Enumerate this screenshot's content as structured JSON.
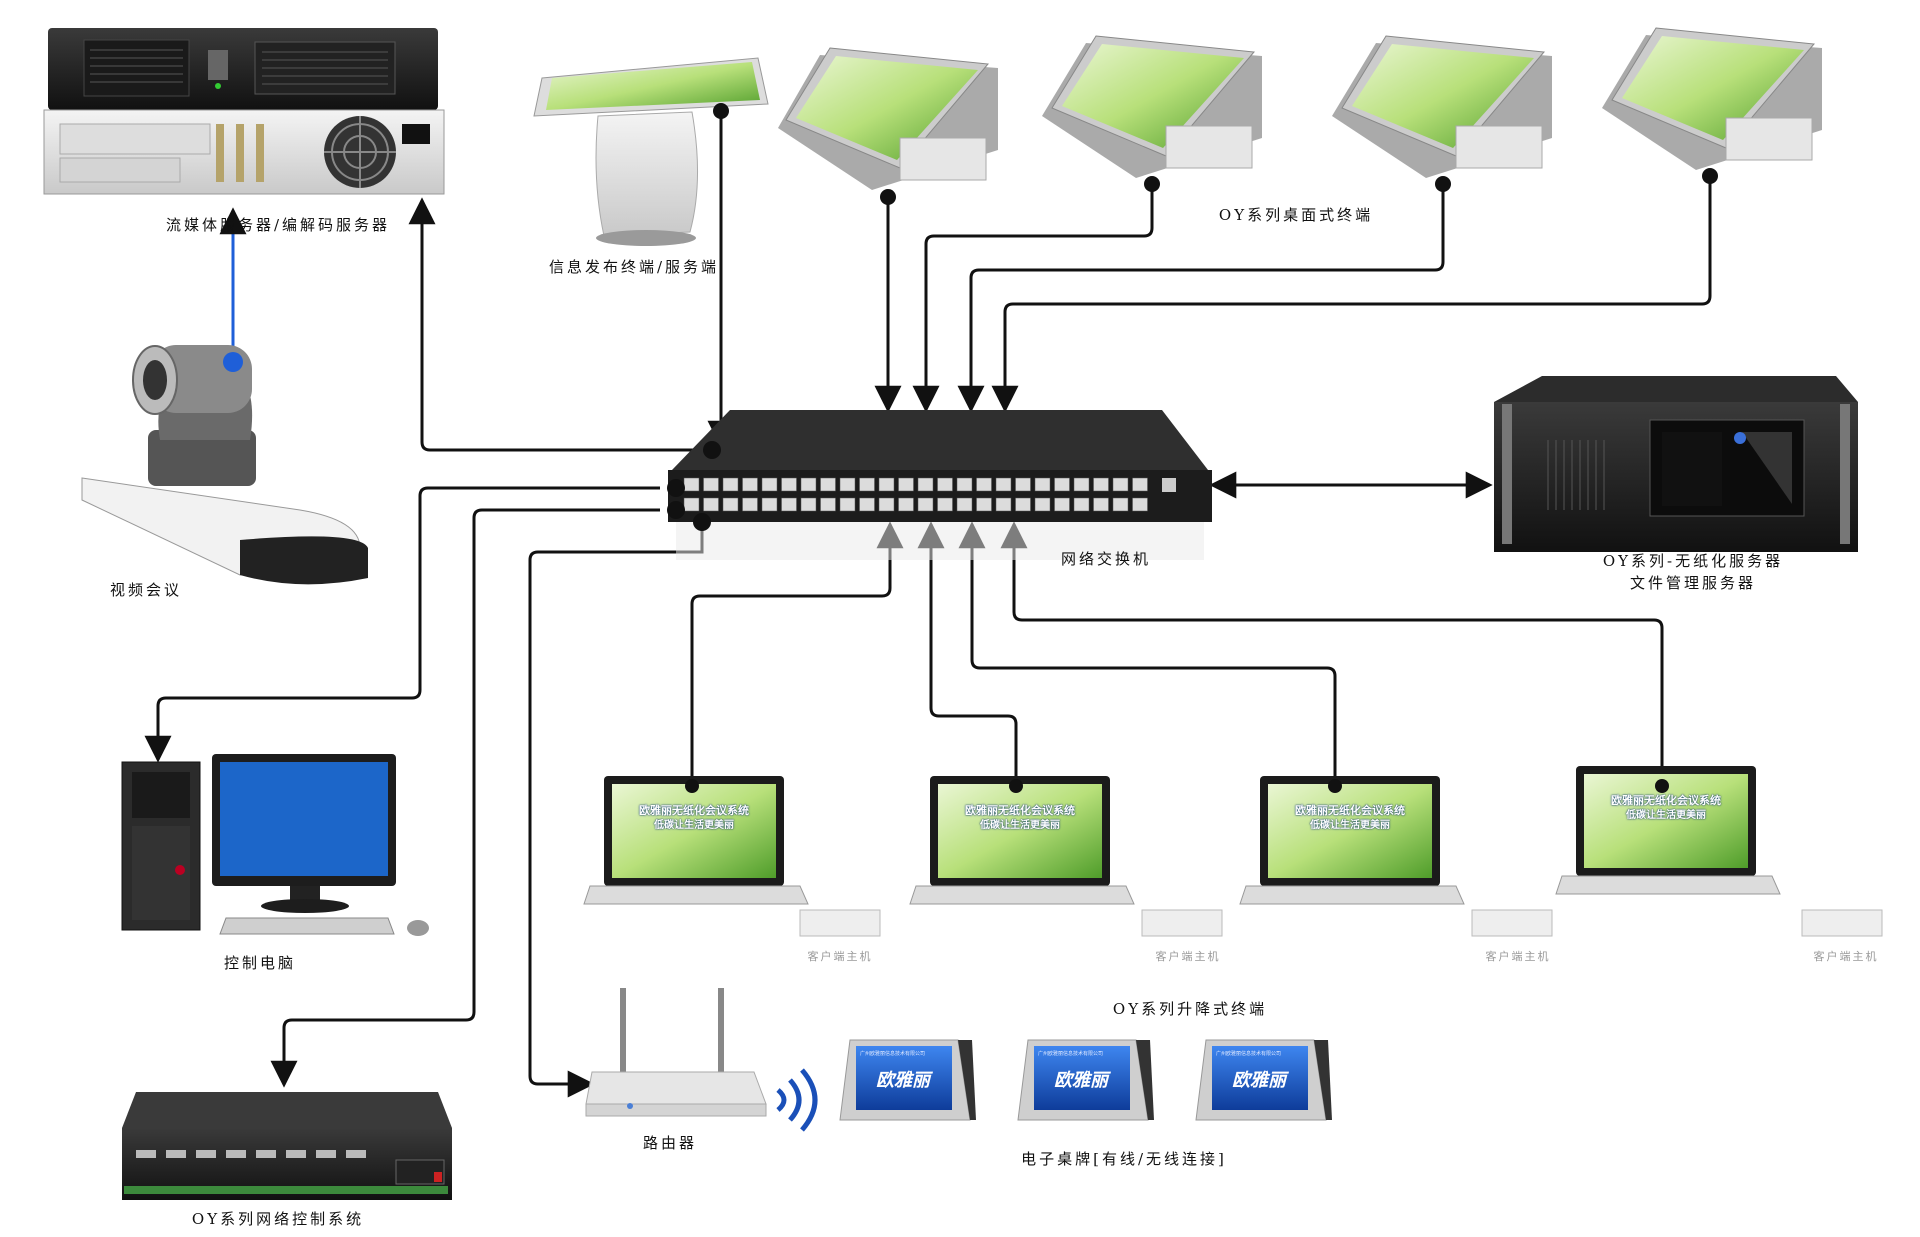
{
  "devices": {
    "streaming_server": "流媒体服务器/编解码服务器",
    "video_conference": "视频会议",
    "info_terminal": "信息发布终端/服务端",
    "desktop_terminals": "OY系列桌面式终端",
    "switch": "网络交换机",
    "paperless_server_line1": "OY系列-无纸化服务器",
    "paperless_server_line2": "文件管理服务器",
    "control_pc": "控制电脑",
    "network_control": "OY系列网络控制系统",
    "router": "路由器",
    "lift_terminals": "OY系列升降式终端",
    "nameplate": "电子桌牌[有线/无线连接]",
    "client_host": "客户端主机"
  },
  "screen": {
    "title_line1": "欧雅丽无纸化会议系统",
    "title_line2": "低碳让生活更美丽"
  },
  "plate": {
    "company": "广州欧雅丽信息技术有限公司",
    "brand": "欧雅丽"
  },
  "colors": {
    "line": "#111111",
    "video_link": "#1f5fd8",
    "screen_green": "#7cc242",
    "plate_blue": "#1a56c9"
  }
}
